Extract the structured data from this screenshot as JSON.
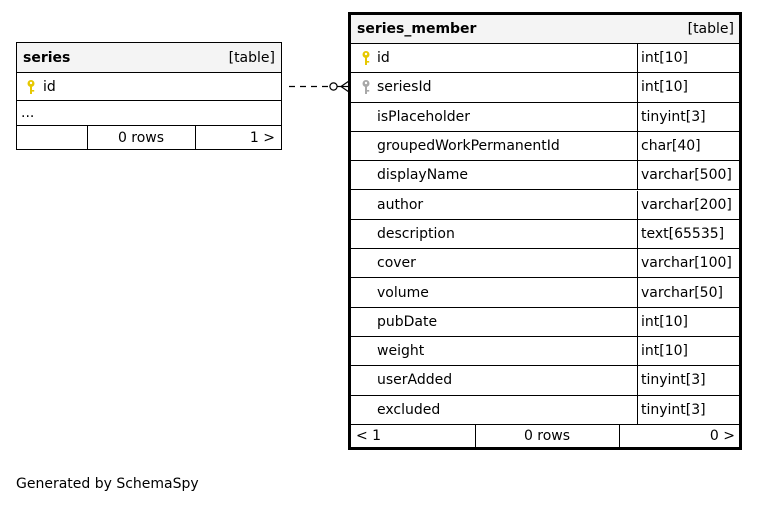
{
  "series": {
    "name": "series",
    "kind": "[table]",
    "columns": [
      {
        "name": "id",
        "key": "primary"
      }
    ],
    "more": "...",
    "footer": {
      "left": "",
      "middle": "0 rows",
      "right": "1 >"
    }
  },
  "series_member": {
    "name": "series_member",
    "kind": "[table]",
    "columns": [
      {
        "name": "id",
        "type": "int[10]",
        "key": "primary"
      },
      {
        "name": "seriesId",
        "type": "int[10]",
        "key": "foreign"
      },
      {
        "name": "isPlaceholder",
        "type": "tinyint[3]",
        "key": ""
      },
      {
        "name": "groupedWorkPermanentId",
        "type": "char[40]",
        "key": ""
      },
      {
        "name": "displayName",
        "type": "varchar[500]",
        "key": ""
      },
      {
        "name": "author",
        "type": "varchar[200]",
        "key": ""
      },
      {
        "name": "description",
        "type": "text[65535]",
        "key": ""
      },
      {
        "name": "cover",
        "type": "varchar[100]",
        "key": ""
      },
      {
        "name": "volume",
        "type": "varchar[50]",
        "key": ""
      },
      {
        "name": "pubDate",
        "type": "int[10]",
        "key": ""
      },
      {
        "name": "weight",
        "type": "int[10]",
        "key": ""
      },
      {
        "name": "userAdded",
        "type": "tinyint[3]",
        "key": ""
      },
      {
        "name": "excluded",
        "type": "tinyint[3]",
        "key": ""
      }
    ],
    "footer": {
      "left": "< 1",
      "middle": "0 rows",
      "right": "0 >"
    }
  },
  "colors": {
    "primary_key": "#e6c800",
    "foreign_key": "#a8a8a8",
    "header_bg": "#f4f4f4"
  },
  "generated_by": "Generated by SchemaSpy"
}
